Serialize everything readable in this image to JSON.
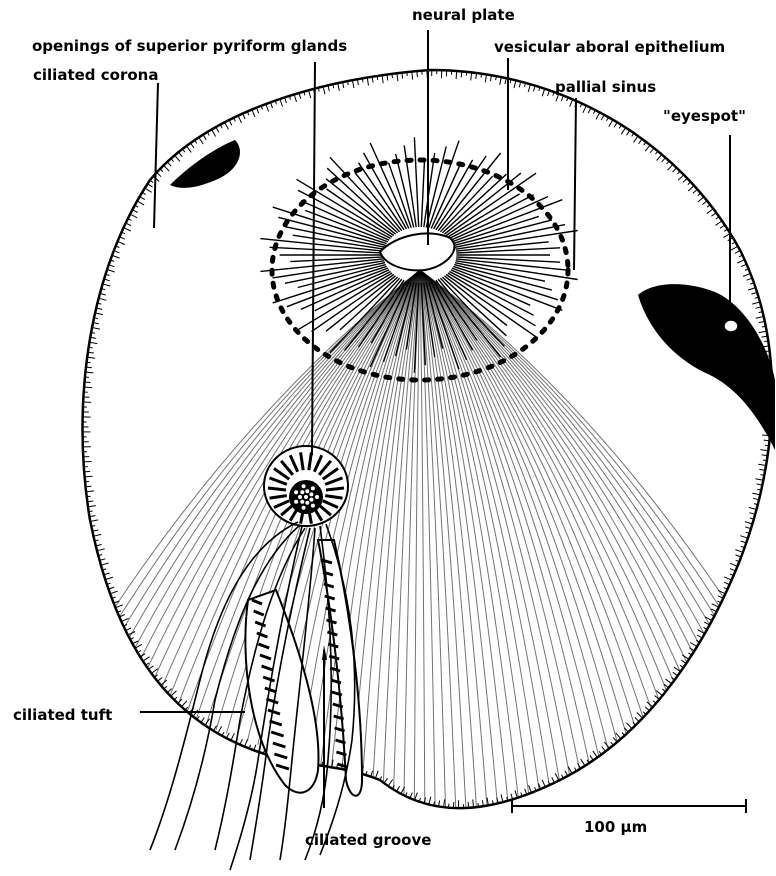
{
  "labels": {
    "neural_plate": "neural plate",
    "pyriform_glands": "openings of superior pyriform glands",
    "vesicular_epithelium": "vesicular aboral epithelium",
    "ciliated_corona": "ciliated corona",
    "pallial_sinus": "pallial sinus",
    "eyespot": "\"eyespot\"",
    "ciliated_tuft": "ciliated tuft",
    "ciliated_groove": "ciliated groove",
    "scale_bar": "100 μm"
  }
}
